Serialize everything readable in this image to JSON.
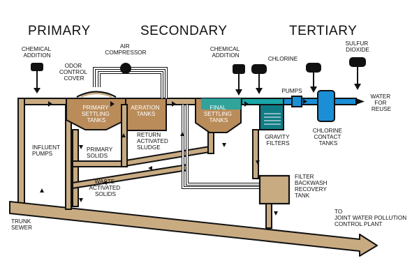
{
  "headers": {
    "primary": "PRIMARY",
    "secondary": "SECONDARY",
    "tertiary": "TERTIARY"
  },
  "labels": {
    "chemical_addition_1": [
      "CHEMICAL",
      "ADDITION"
    ],
    "odor_control_cover": [
      "ODOR",
      "CONTROL",
      "COVER"
    ],
    "air_compressor": [
      "AIR",
      "COMPRESSOR"
    ],
    "chemical_addition_2": [
      "CHEMICAL",
      "ADDITION"
    ],
    "chlorine": "CHLORINE",
    "sulfur_dioxide": [
      "SULFUR",
      "DIOXIDE"
    ],
    "pumps": "PUMPS",
    "water_for_reuse": [
      "WATER",
      "FOR",
      "REUSE"
    ],
    "primary_settling_tanks": [
      "PRIMARY",
      "SETTLING",
      "TANKS"
    ],
    "aeration_tanks": [
      "AERATION",
      "TANKS"
    ],
    "final_settling_tanks": [
      "FINAL",
      "SETTLING",
      "TANKS"
    ],
    "gravity_filters": [
      "GRAVITY",
      "FILTERS"
    ],
    "chlorine_contact_tanks": [
      "CHLORINE",
      "CONTACT",
      "TANKS"
    ],
    "influent_pumps": [
      "INFLUENT",
      "PUMPS"
    ],
    "primary_solids": [
      "PRIMARY",
      "SOLIDS"
    ],
    "return_activated_sludge": [
      "RETURN",
      "ACTIVATED",
      "SLUDGE"
    ],
    "waste_activated_solids": [
      "WASTE",
      "ACTIVATED",
      "SOLIDS"
    ],
    "filter_backwash_recovery_tank": [
      "FILTER",
      "BACKWASH",
      "RECOVERY",
      "TANK"
    ],
    "trunk_sewer": [
      "TRUNK",
      "SEWER"
    ],
    "to_joint_plant": [
      "TO",
      "JOINT WATER POLLUTION",
      "CONTROL PLANT"
    ]
  },
  "colors": {
    "pipe": "#c9ab82",
    "outline": "#111111",
    "tank_fill": "#b98c5a",
    "water_teal": "#1aa7a7",
    "water_blue": "#1a8fd6",
    "filter_teal": "#117b84"
  }
}
